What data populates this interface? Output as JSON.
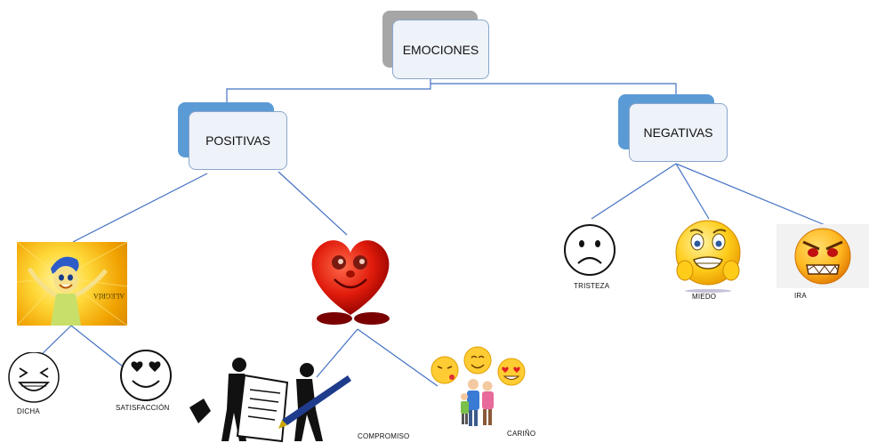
{
  "root": {
    "label": "EMOCIONES"
  },
  "branches": {
    "positive": {
      "label": "POSITIVAS"
    },
    "negative": {
      "label": "NEGATIVAS"
    }
  },
  "positive_items": {
    "alegria": {
      "image_text": "ALEGRÍA"
    },
    "dicha": {
      "label": "DICHA"
    },
    "satisfaccion": {
      "label": "SATISFACCIÓN"
    },
    "compromiso": {
      "label": "COMPROMISO"
    },
    "carino": {
      "label": "CARIÑO"
    }
  },
  "negative_items": {
    "tristeza": {
      "label": "TRISTEZA"
    },
    "miedo": {
      "label": "MIEDO"
    },
    "ira": {
      "label": "IRA"
    }
  },
  "colors": {
    "root_back": "#a6a6a6",
    "branch_back": "#5b9bd5",
    "connector": "#4472c4",
    "box_front": "#eef2f9"
  }
}
